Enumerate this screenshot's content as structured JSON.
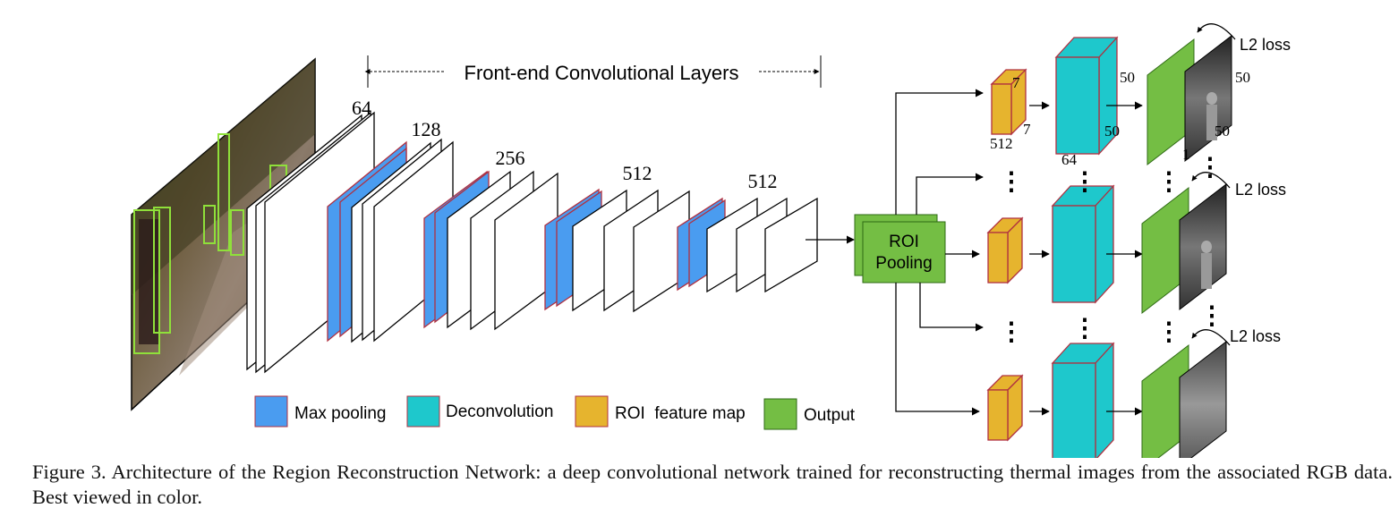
{
  "diagram": {
    "header": "Front-end Convolutional Layers",
    "channel_labels": [
      "64",
      "128",
      "256",
      "512",
      "512"
    ],
    "roi_label_line1": "ROI",
    "roi_label_line2": "Pooling",
    "branch_top": {
      "roi_channels": "512",
      "roi_size_a": "7",
      "roi_size_b": "7",
      "deconv_channels": "64",
      "deconv_size_a": "50",
      "deconv_size_b": "50",
      "out_channels": "1",
      "out_size": "50",
      "loss": "L2 loss"
    },
    "branch_mid": {
      "loss": "L2 loss"
    },
    "branch_bot": {
      "loss": "L2 loss"
    },
    "ellipsis": "⋮",
    "legend": [
      {
        "label": "Max pooling",
        "color": "#4a9cf0"
      },
      {
        "label": "Deconvolution",
        "color": "#1ec8cc"
      },
      {
        "label": "ROI  feature map",
        "color": "#e6b42e"
      },
      {
        "label": "Output",
        "color": "#74be44"
      }
    ]
  },
  "caption": "Figure 3. Architecture of the Region Reconstruction Network: a deep convolutional network trained for reconstructing thermal images from the associated RGB data. Best viewed in color."
}
